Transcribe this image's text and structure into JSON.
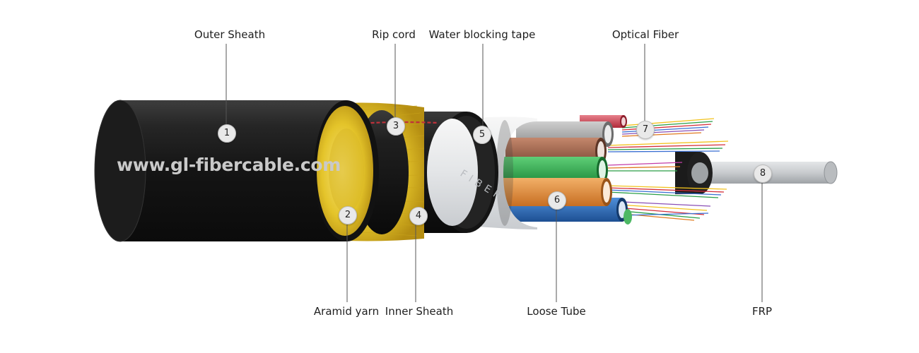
{
  "watermark": "www.gl-fibercable.com",
  "tape_mark": "FIBER",
  "parts": [
    {
      "number": "1",
      "label": "Outer Sheath",
      "color": "#1a1a1a"
    },
    {
      "number": "2",
      "label": "Aramid yarn",
      "color": "#e7c321"
    },
    {
      "number": "3",
      "label": "Rip cord",
      "color": "#c0303a"
    },
    {
      "number": "4",
      "label": "Inner Sheath",
      "color": "#1a1a1a"
    },
    {
      "number": "5",
      "label": "Water blocking tape",
      "color": "#e6e8ea"
    },
    {
      "number": "6",
      "label": "Loose Tube",
      "color": "#e08a3a"
    },
    {
      "number": "7",
      "label": "Optical Fiber",
      "color": "#d03a4a"
    },
    {
      "number": "8",
      "label": "FRP",
      "color": "#c8ccce"
    }
  ]
}
